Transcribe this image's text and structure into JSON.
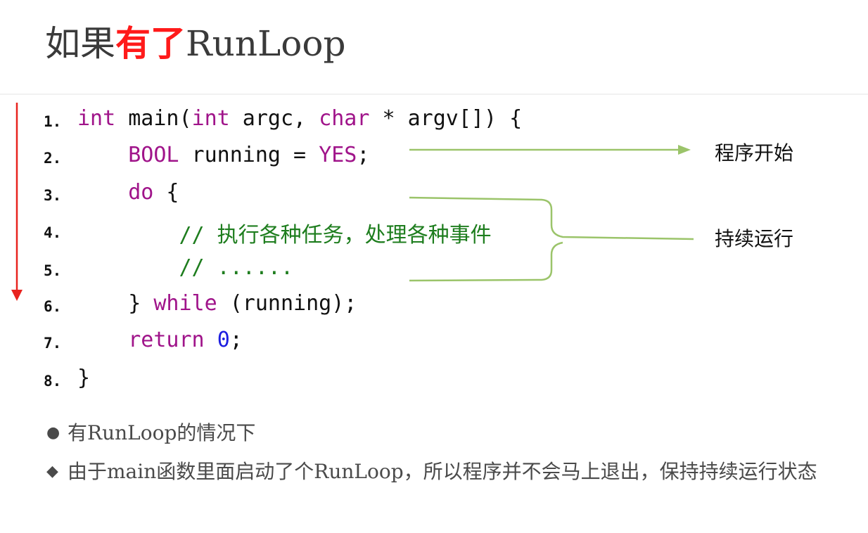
{
  "title": {
    "prefix": "如果",
    "highlight": "有了",
    "suffix": "RunLoop"
  },
  "code": {
    "lines": [
      {
        "n": "1.",
        "tokens": [
          {
            "t": "int",
            "c": "kw"
          },
          {
            "t": " main(",
            "c": ""
          },
          {
            "t": "int",
            "c": "kw"
          },
          {
            "t": " argc, ",
            "c": ""
          },
          {
            "t": "char",
            "c": "kw"
          },
          {
            "t": " * argv[]) {",
            "c": ""
          }
        ]
      },
      {
        "n": "2.",
        "tokens": [
          {
            "t": "    ",
            "c": ""
          },
          {
            "t": "BOOL",
            "c": "kw"
          },
          {
            "t": " running = ",
            "c": ""
          },
          {
            "t": "YES",
            "c": "kw"
          },
          {
            "t": ";",
            "c": ""
          }
        ]
      },
      {
        "n": "3.",
        "tokens": [
          {
            "t": "    ",
            "c": ""
          },
          {
            "t": "do",
            "c": "kw"
          },
          {
            "t": " {",
            "c": ""
          }
        ]
      },
      {
        "n": "4.",
        "tokens": [
          {
            "t": "        ",
            "c": ""
          },
          {
            "t": "// 执行各种任务，处理各种事件",
            "c": "cmt"
          }
        ]
      },
      {
        "n": "5.",
        "tokens": [
          {
            "t": "        ",
            "c": ""
          },
          {
            "t": "// ......",
            "c": "cmt"
          }
        ]
      },
      {
        "n": "6.",
        "tokens": [
          {
            "t": "    } ",
            "c": ""
          },
          {
            "t": "while",
            "c": "kw"
          },
          {
            "t": " (running);",
            "c": ""
          }
        ]
      },
      {
        "n": "7.",
        "tokens": [
          {
            "t": "    ",
            "c": ""
          },
          {
            "t": "return",
            "c": "kw"
          },
          {
            "t": " ",
            "c": ""
          },
          {
            "t": "0",
            "c": "num"
          },
          {
            "t": ";",
            "c": ""
          }
        ]
      },
      {
        "n": "8.",
        "tokens": [
          {
            "t": "}",
            "c": ""
          }
        ]
      }
    ]
  },
  "annotations": {
    "program_start": "程序开始",
    "keep_running": "持续运行"
  },
  "bullets": [
    {
      "marker": "●",
      "text": "有RunLoop的情况下"
    },
    {
      "marker": "◆",
      "text": "由于main函数里面启动了个RunLoop，所以程序并不会马上退出，保持持续运行状态"
    }
  ],
  "colors": {
    "title_highlight": "#ff1a1a",
    "keyword": "#a0148a",
    "number": "#1d1ee0",
    "comment": "#1e7d1e",
    "flow_arrow": "#e8231f",
    "annotation_line": "#9bc46a"
  }
}
